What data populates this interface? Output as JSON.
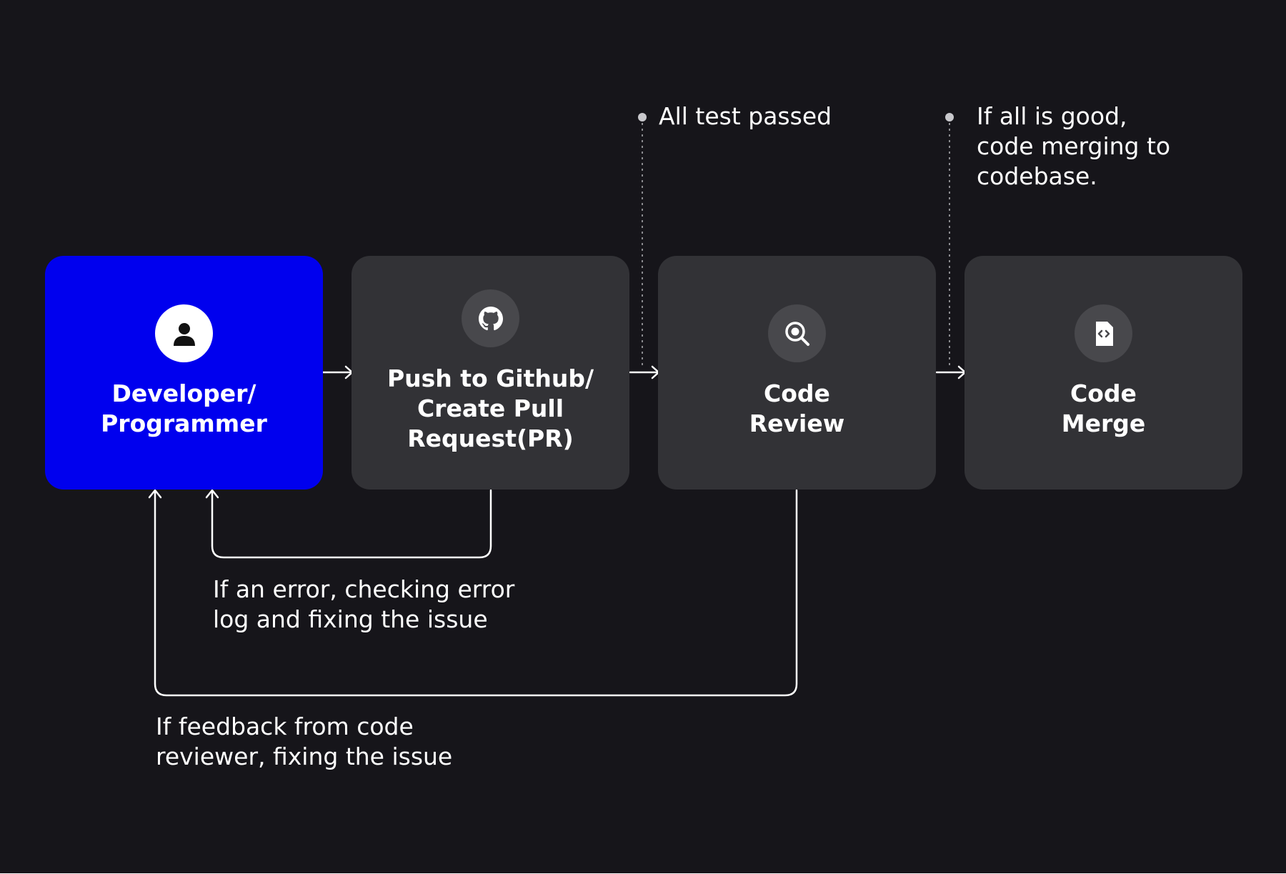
{
  "colors": {
    "background": "#16151a",
    "card": "#323236",
    "accent": "#0000ee",
    "icon_circle": "#48484c",
    "line": "#ffffff",
    "dotted_line": "#8a8a8e"
  },
  "nodes": [
    {
      "id": "developer",
      "icon": "user-icon",
      "label": "Developer/\nProgrammer"
    },
    {
      "id": "push",
      "icon": "github-icon",
      "label": "Push to Github/\nCreate Pull\nRequest(PR)"
    },
    {
      "id": "review",
      "icon": "search-icon",
      "label": "Code\nReview"
    },
    {
      "id": "merge",
      "icon": "code-file-icon",
      "label": "Code\nMerge"
    }
  ],
  "notes": {
    "tests": "All test passed",
    "merge": "If all is good,\ncode merging to\ncodebase.",
    "error": "If an error, checking error\nlog and fixing the issue",
    "feedback": "If feedback from code\nreviewer, fixing the issue"
  }
}
